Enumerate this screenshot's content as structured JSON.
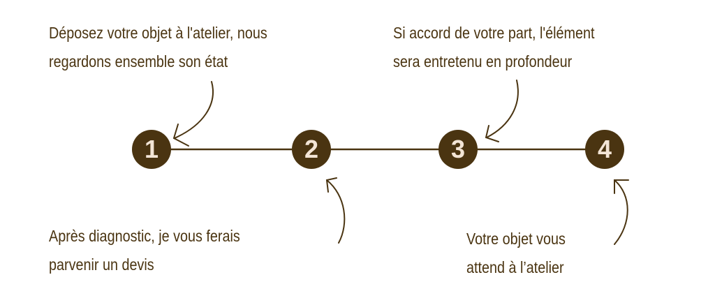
{
  "steps": [
    {
      "number": "1",
      "text": [
        "Déposez votre objet à l'atelier, nous",
        "regardons ensemble son état"
      ]
    },
    {
      "number": "2",
      "text": [
        "Après diagnostic, je vous ferais",
        "parvenir un devis"
      ]
    },
    {
      "number": "3",
      "text": [
        "Si accord de votre part, l'élément",
        "sera entretenu en profondeur"
      ]
    },
    {
      "number": "4",
      "text": [
        "Votre objet vous",
        "attend à l’atelier"
      ]
    }
  ],
  "colors": {
    "brown": "#4a3411",
    "number": "#f3e5d6"
  }
}
